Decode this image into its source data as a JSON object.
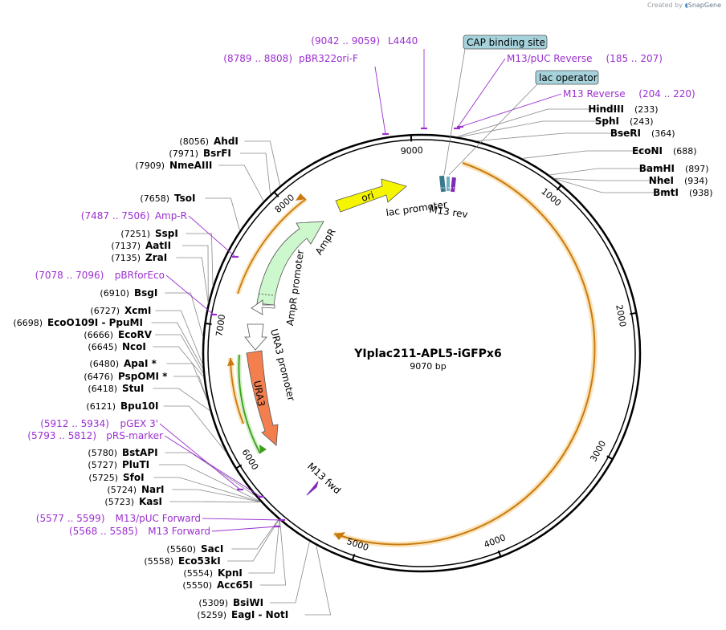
{
  "credit": {
    "created_by": "Created by",
    "brand": "SnapGene"
  },
  "plasmid": {
    "name": "YIplac211-APL5-iGFPx6",
    "length_label": "9070 bp",
    "length": 9070
  },
  "ticks": [
    {
      "pos": 1000,
      "label": "1000"
    },
    {
      "pos": 2000,
      "label": "2000"
    },
    {
      "pos": 3000,
      "label": "3000"
    },
    {
      "pos": 4000,
      "label": "4000"
    },
    {
      "pos": 5000,
      "label": "5000"
    },
    {
      "pos": 6000,
      "label": "6000"
    },
    {
      "pos": 7000,
      "label": "7000"
    },
    {
      "pos": 8000,
      "label": "8000"
    },
    {
      "pos": 9000,
      "label": "9000"
    }
  ],
  "sites": [
    {
      "name": "HindIII",
      "pos_label": "(233)",
      "pos": 233,
      "side": "right"
    },
    {
      "name": "SphI",
      "pos_label": "(243)",
      "pos": 243,
      "side": "right"
    },
    {
      "name": "BseRI",
      "pos_label": "(364)",
      "pos": 364,
      "side": "right"
    },
    {
      "name": "EcoNI",
      "pos_label": "(688)",
      "pos": 688,
      "side": "right"
    },
    {
      "name": "BamHI",
      "pos_label": "(897)",
      "pos": 897,
      "side": "right"
    },
    {
      "name": "NheI",
      "pos_label": "(934)",
      "pos": 934,
      "side": "right"
    },
    {
      "name": "BmtI",
      "pos_label": "(938)",
      "pos": 938,
      "side": "right"
    },
    {
      "name": "AhdI",
      "pos_label": "(8056)",
      "pos": 8056,
      "side": "left"
    },
    {
      "name": "BsrFI",
      "pos_label": "(7971)",
      "pos": 7971,
      "side": "left"
    },
    {
      "name": "NmeAIII",
      "pos_label": "(7909)",
      "pos": 7909,
      "side": "left"
    },
    {
      "name": "TsoI",
      "pos_label": "(7658)",
      "pos": 7658,
      "side": "left"
    },
    {
      "name": "SspI",
      "pos_label": "(7251)",
      "pos": 7251,
      "side": "left"
    },
    {
      "name": "AatII",
      "pos_label": "(7137)",
      "pos": 7137,
      "side": "left"
    },
    {
      "name": "ZraI",
      "pos_label": "(7135)",
      "pos": 7135,
      "side": "left"
    },
    {
      "name": "BsgI",
      "pos_label": "(6910)",
      "pos": 6910,
      "side": "left"
    },
    {
      "name": "XcmI",
      "pos_label": "(6727)",
      "pos": 6727,
      "side": "left"
    },
    {
      "name": "EcoO109I - PpuMI",
      "pos_label": "(6698)",
      "pos": 6698,
      "side": "left"
    },
    {
      "name": "EcoRV",
      "pos_label": "(6666)",
      "pos": 6666,
      "side": "left"
    },
    {
      "name": "NcoI",
      "pos_label": "(6645)",
      "pos": 6645,
      "side": "left"
    },
    {
      "name": "ApaI *",
      "pos_label": "(6480)",
      "pos": 6480,
      "side": "left"
    },
    {
      "name": "PspOMI *",
      "pos_label": "(6476)",
      "pos": 6476,
      "side": "left"
    },
    {
      "name": "StuI",
      "pos_label": "(6418)",
      "pos": 6418,
      "side": "left"
    },
    {
      "name": "Bpu10I",
      "pos_label": "(6121)",
      "pos": 6121,
      "side": "left"
    },
    {
      "name": "BstAPI",
      "pos_label": "(5780)",
      "pos": 5780,
      "side": "left"
    },
    {
      "name": "PluTI",
      "pos_label": "(5727)",
      "pos": 5727,
      "side": "left"
    },
    {
      "name": "SfoI",
      "pos_label": "(5725)",
      "pos": 5725,
      "side": "left"
    },
    {
      "name": "NarI",
      "pos_label": "(5724)",
      "pos": 5724,
      "side": "left"
    },
    {
      "name": "KasI",
      "pos_label": "(5723)",
      "pos": 5723,
      "side": "left"
    },
    {
      "name": "SacI",
      "pos_label": "(5560)",
      "pos": 5560,
      "side": "left"
    },
    {
      "name": "Eco53kI",
      "pos_label": "(5558)",
      "pos": 5558,
      "side": "left"
    },
    {
      "name": "KpnI",
      "pos_label": "(5554)",
      "pos": 5554,
      "side": "left"
    },
    {
      "name": "Acc65I",
      "pos_label": "(5550)",
      "pos": 5550,
      "side": "left"
    },
    {
      "name": "BsiWI",
      "pos_label": "(5309)",
      "pos": 5309,
      "side": "left"
    },
    {
      "name": "EagI - NotI",
      "pos_label": "(5259)",
      "pos": 5259,
      "side": "left"
    }
  ],
  "primers": [
    {
      "label": "L4440",
      "range": "(9042 .. 9059)",
      "pos": 9050,
      "side": "top"
    },
    {
      "label": "pBR322ori-F",
      "range": "(8789 .. 8808)",
      "pos": 8798,
      "side": "top"
    },
    {
      "label": "M13/pUC Reverse",
      "range": "(185 .. 207)",
      "pos": 196,
      "side": "right"
    },
    {
      "label": "M13 Reverse",
      "range": "(204 .. 220)",
      "pos": 212,
      "side": "right"
    },
    {
      "label": "Amp-R",
      "range": "(7487 .. 7506)",
      "pos": 7496,
      "side": "left"
    },
    {
      "label": "pBRforEco",
      "range": "(7078 .. 7096)",
      "pos": 7087,
      "side": "left"
    },
    {
      "label": "pGEX 3'",
      "range": "(5912 .. 5934)",
      "pos": 5923,
      "side": "left"
    },
    {
      "label": "pRS-marker",
      "range": "(5793 .. 5812)",
      "pos": 5802,
      "side": "left"
    },
    {
      "label": "M13/pUC Forward",
      "range": "(5577 .. 5599)",
      "pos": 5588,
      "side": "left"
    },
    {
      "label": "M13 Forward",
      "range": "(5568 .. 5585)",
      "pos": 5576,
      "side": "left"
    }
  ],
  "boxed_features": [
    {
      "label": "CAP binding site",
      "color": "#a6d2dc"
    },
    {
      "label": "lac operator",
      "color": "#a6d2dc"
    }
  ],
  "inner_features": [
    {
      "label": "ori",
      "color": "#f5f500"
    },
    {
      "label": "AmpR",
      "color": "#cdf7cd"
    },
    {
      "label": "AmpR promoter",
      "color": "#ffffff"
    },
    {
      "label": "URA3 promoter",
      "color": "#ffffff"
    },
    {
      "label": "URA3",
      "color": "#f37f4f"
    },
    {
      "label": "lac promoter",
      "color": "#ffffff"
    },
    {
      "label": "M13 rev",
      "color": "#9b2fd0"
    },
    {
      "label": "M13 fwd",
      "color": "#9b2fd0"
    }
  ],
  "colors": {
    "primer": "#9b2fd0",
    "insert_arc": "#f5a623",
    "insert_glow": "#fbe3b8",
    "marker_arc": "#f5a623",
    "green_arc": "#3c9e1e"
  }
}
